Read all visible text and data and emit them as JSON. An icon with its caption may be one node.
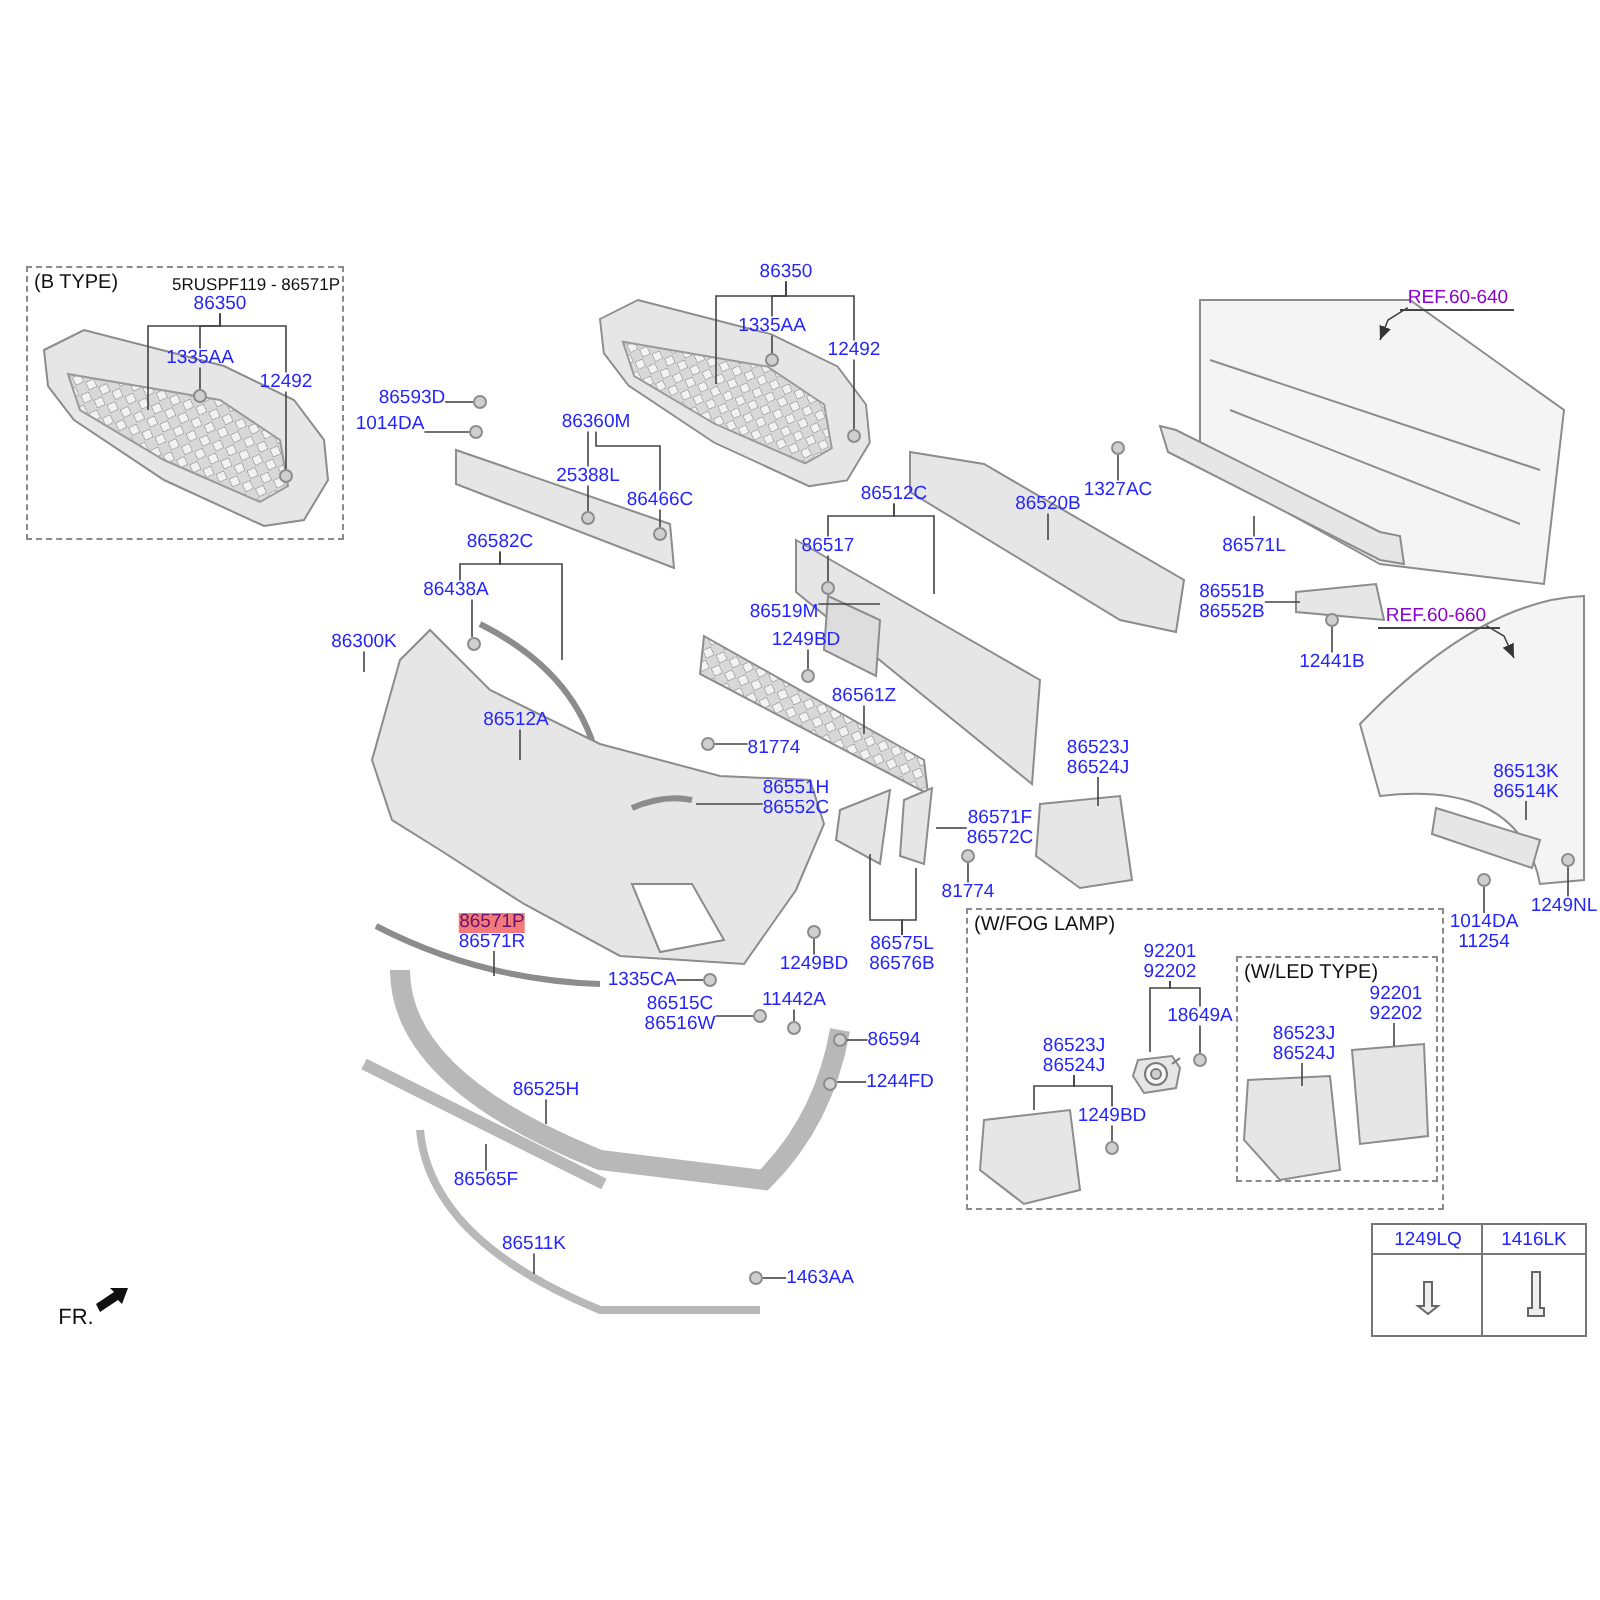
{
  "diagram": {
    "nodes": [
      {
        "text": [
          "(B TYPE)",
          "5RUSPF119 - 86571P"
        ]
      },
      {
        "text": [
          "86350"
        ],
        "in": 0
      },
      {
        "text": [
          "1335AA"
        ],
        "in": 0
      },
      {
        "text": [
          "12492"
        ],
        "in": 0
      },
      {
        "text": [
          "86593D"
        ]
      },
      {
        "text": [
          "1014DA"
        ]
      },
      {
        "text": [
          "86350"
        ]
      },
      {
        "text": [
          "1335AA"
        ]
      },
      {
        "text": [
          "12492"
        ]
      },
      {
        "text": [
          "86360M"
        ]
      },
      {
        "text": [
          "25388L"
        ]
      },
      {
        "text": [
          "86466C"
        ]
      },
      {
        "text": [
          "86582C"
        ]
      },
      {
        "text": [
          "86438A"
        ]
      },
      {
        "text": [
          "86300K"
        ]
      },
      {
        "text": [
          "86512A"
        ]
      },
      {
        "text": [
          "86512C"
        ]
      },
      {
        "text": [
          "86517"
        ]
      },
      {
        "text": [
          "86520B"
        ]
      },
      {
        "text": [
          "1327AC"
        ]
      },
      {
        "text": [
          "86571L"
        ]
      },
      {
        "text": [
          "86551B",
          "86552B"
        ]
      },
      {
        "text": [
          "12441B"
        ]
      },
      {
        "text": [
          "REF.60-640"
        ]
      },
      {
        "text": [
          "REF.60-660"
        ]
      },
      {
        "text": [
          "86519M"
        ]
      },
      {
        "text": [
          "1249BD"
        ]
      },
      {
        "text": [
          "86561Z"
        ]
      },
      {
        "text": [
          "81774"
        ]
      },
      {
        "text": [
          "86551H",
          "86552C"
        ]
      },
      {
        "text": [
          "86523J",
          "86524J"
        ]
      },
      {
        "text": [
          "86513K",
          "86514K"
        ]
      },
      {
        "text": [
          "86571F",
          "86572C"
        ]
      },
      {
        "text": [
          "81774"
        ]
      },
      {
        "text": [
          "1249NL"
        ]
      },
      {
        "text": [
          "1014DA",
          "11254"
        ]
      },
      {
        "text": [
          "86571P",
          "86571R"
        ]
      },
      {
        "text": [
          "86575L",
          "86576B"
        ]
      },
      {
        "text": [
          "1249BD"
        ]
      },
      {
        "text": [
          "1335CA"
        ]
      },
      {
        "text": [
          "11442A"
        ]
      },
      {
        "text": [
          "86515C",
          "86516W"
        ]
      },
      {
        "text": [
          "86594"
        ]
      },
      {
        "text": [
          "(W/FOG LAMP)"
        ]
      },
      {
        "text": [
          "92201",
          "92202"
        ],
        "in": 43
      },
      {
        "text": [
          "18649A"
        ],
        "in": 43
      },
      {
        "text": [
          "86523J",
          "86524J"
        ],
        "in": 43
      },
      {
        "text": [
          "1249BD"
        ],
        "in": 43
      },
      {
        "text": [
          "(W/LED TYPE)"
        ],
        "in": 43
      },
      {
        "text": [
          "92201",
          "92202"
        ],
        "in": 48
      },
      {
        "text": [
          "86523J",
          "86524J"
        ],
        "in": 48
      },
      {
        "text": [
          "86525H"
        ]
      },
      {
        "text": [
          "1244FD"
        ]
      },
      {
        "text": [
          "86565F"
        ]
      },
      {
        "text": [
          "86511K"
        ]
      },
      {
        "text": [
          "1463AA"
        ]
      },
      {
        "text": [],
        "shape": "circle"
      },
      {
        "text": [],
        "shape": "circle",
        "in": 0
      },
      {
        "text": [],
        "shape": "circle"
      },
      {
        "text": [],
        "shape": "circle"
      },
      {
        "text": [],
        "shape": "circle"
      },
      {
        "text": [],
        "shape": "circle"
      },
      {
        "text": [],
        "shape": "circle",
        "in": 0
      },
      {
        "text": [],
        "shape": "circle"
      },
      {
        "text": [],
        "shape": "circle"
      },
      {
        "text": [],
        "shape": "circle"
      },
      {
        "text": [],
        "shape": "circle"
      },
      {
        "text": [],
        "shape": "circle"
      },
      {
        "text": [],
        "shape": "circle"
      },
      {
        "text": [],
        "shape": "circle"
      },
      {
        "text": [],
        "shape": "circle"
      },
      {
        "text": [],
        "shape": "circle"
      },
      {
        "text": [],
        "shape": "circle"
      },
      {
        "text": [],
        "shape": "circle"
      },
      {
        "text": [],
        "shape": "circle"
      },
      {
        "text": [],
        "shape": "circle"
      },
      {
        "text": [],
        "shape": "circle"
      },
      {
        "text": [],
        "shape": "circle"
      },
      {
        "text": [],
        "shape": "circle",
        "in": 43
      },
      {
        "text": [],
        "shape": "circle"
      },
      {
        "text": [],
        "shape": "circle",
        "in": 43
      },
      {
        "text": [],
        "shape": "circle"
      },
      {
        "text": [],
        "shape": "picture"
      },
      {
        "text": [],
        "shape": "picture",
        "in": 43
      }
    ],
    "edges": [
      {
        "from": 1,
        "to": null,
        "arrow": "none"
      },
      {
        "from": 1,
        "to": 2,
        "arrow": "none"
      },
      {
        "from": 1,
        "to": 3,
        "arrow": "none"
      },
      {
        "from": 2,
        "to": 57,
        "arrow": "none"
      },
      {
        "from": 3,
        "to": 62,
        "arrow": "none"
      },
      {
        "from": 4,
        "to": 58,
        "arrow": "none"
      },
      {
        "from": 5,
        "to": 59,
        "arrow": "none"
      },
      {
        "from": 6,
        "to": null,
        "arrow": "none"
      },
      {
        "from": 6,
        "to": 7,
        "arrow": "none"
      },
      {
        "from": 6,
        "to": 8,
        "arrow": "none"
      },
      {
        "from": 7,
        "to": 56,
        "arrow": "none"
      },
      {
        "from": 8,
        "to": 60,
        "arrow": "none"
      },
      {
        "from": 9,
        "to": 10,
        "arrow": "none"
      },
      {
        "from": 9,
        "to": 11,
        "arrow": "none"
      },
      {
        "from": 10,
        "to": 63,
        "arrow": "none"
      },
      {
        "from": 11,
        "to": 64,
        "arrow": "none"
      },
      {
        "from": 12,
        "to": 13,
        "arrow": "none"
      },
      {
        "from": 12,
        "to": null,
        "arrow": "none"
      },
      {
        "from": 13,
        "to": 67,
        "arrow": "none"
      },
      {
        "from": 14,
        "to": null,
        "arrow": "none"
      },
      {
        "from": 15,
        "to": null,
        "arrow": "none"
      },
      {
        "from": 16,
        "to": 17,
        "arrow": "none"
      },
      {
        "from": 16,
        "to": null,
        "arrow": "none"
      },
      {
        "from": 17,
        "to": 65,
        "arrow": "none"
      },
      {
        "from": 18,
        "to": null,
        "arrow": "none"
      },
      {
        "from": 19,
        "to": 61,
        "arrow": "none"
      },
      {
        "from": 20,
        "to": null,
        "arrow": "none"
      },
      {
        "from": 21,
        "to": null,
        "arrow": "none"
      },
      {
        "from": 22,
        "to": 66,
        "arrow": "none"
      },
      {
        "from": 23,
        "to": null,
        "arrow": "to"
      },
      {
        "from": 24,
        "to": null,
        "arrow": "to"
      },
      {
        "from": 25,
        "to": null,
        "arrow": "none"
      },
      {
        "from": 26,
        "to": 68,
        "arrow": "none"
      },
      {
        "from": 27,
        "to": null,
        "arrow": "none"
      },
      {
        "from": 28,
        "to": 69,
        "arrow": "none"
      },
      {
        "from": 29,
        "to": null,
        "arrow": "none"
      },
      {
        "from": 30,
        "to": null,
        "arrow": "none"
      },
      {
        "from": 31,
        "to": null,
        "arrow": "none"
      },
      {
        "from": 32,
        "to": 82,
        "arrow": "none"
      },
      {
        "from": 33,
        "to": 70,
        "arrow": "none"
      },
      {
        "from": 37,
        "to": null,
        "arrow": "none"
      },
      {
        "from": 37,
        "to": 82,
        "arrow": "none"
      },
      {
        "from": 36,
        "to": null,
        "arrow": "none"
      },
      {
        "from": 38,
        "to": 73,
        "arrow": "none"
      },
      {
        "from": 39,
        "to": 74,
        "arrow": "none"
      },
      {
        "from": 40,
        "to": 76,
        "arrow": "none"
      },
      {
        "from": 41,
        "to": 75,
        "arrow": "none"
      },
      {
        "from": 42,
        "to": 77,
        "arrow": "none"
      },
      {
        "from": 44,
        "to": 83,
        "arrow": "none"
      },
      {
        "from": 44,
        "to": 45,
        "arrow": "none"
      },
      {
        "from": 45,
        "to": 78,
        "arrow": "none"
      },
      {
        "from": 46,
        "to": null,
        "arrow": "none"
      },
      {
        "from": 46,
        "to": 47,
        "arrow": "none"
      },
      {
        "from": 47,
        "to": 80,
        "arrow": "none"
      },
      {
        "from": 49,
        "to": null,
        "arrow": "none"
      },
      {
        "from": 50,
        "to": null,
        "arrow": "none"
      },
      {
        "from": 51,
        "to": null,
        "arrow": "none"
      },
      {
        "from": 52,
        "to": 79,
        "arrow": "none"
      },
      {
        "from": 53,
        "to": null,
        "arrow": "none"
      },
      {
        "from": 54,
        "to": null,
        "arrow": "none"
      },
      {
        "from": 55,
        "to": 81,
        "arrow": "none"
      },
      {
        "from": 34,
        "to": 71,
        "arrow": "none"
      },
      {
        "from": 35,
        "to": 72,
        "arrow": "none"
      }
    ],
    "labels": [
      "FR.",
      "1249LQ",
      "1416LK"
    ]
  }
}
